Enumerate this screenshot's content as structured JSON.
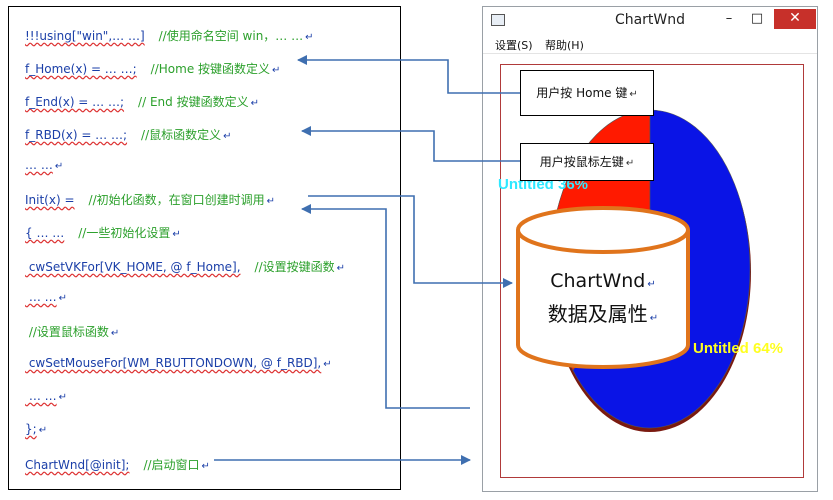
{
  "code": {
    "lines": [
      {
        "code": "!!!using[\"win\",… …]",
        "comment": "//使用命名空间 win，… …"
      },
      {
        "code": "f_Home(x) = … …;",
        "comment": "//Home 按键函数定义"
      },
      {
        "code": "f_End(x) = … …;",
        "comment": "// End 按键函数定义"
      },
      {
        "code": "f_RBD(x) = … …;",
        "comment": "//鼠标函数定义"
      },
      {
        "code": "… …",
        "comment": ""
      },
      {
        "code": "Init(x) =",
        "comment": "//初始化函数，在窗口创建时调用"
      },
      {
        "code": "{ … …",
        "comment": "//一些初始化设置"
      },
      {
        "code": " cwSetVKFor[VK_HOME, @ f_Home],",
        "comment": "//设置按键函数"
      },
      {
        "code": " … …",
        "comment": ""
      },
      {
        "code": "",
        "comment": " //设置鼠标函数"
      },
      {
        "code": " cwSetMouseFor[WM_RBUTTONDOWN, @ f_RBD],",
        "comment": ""
      },
      {
        "code": " … …",
        "comment": ""
      },
      {
        "code": "};",
        "comment": ""
      },
      {
        "code": "ChartWnd[@init];",
        "comment": "//启动窗口"
      }
    ]
  },
  "window": {
    "title": "ChartWnd",
    "minimize": "–",
    "maximize": "□",
    "close": "✕",
    "menu": [
      "设置(S)",
      "帮助(H)"
    ]
  },
  "callouts": {
    "home_key": "用户按 Home 键",
    "left_mouse": "用户按鼠标左键"
  },
  "cylinder": {
    "line1": "ChartWnd",
    "line2": "数据及属性"
  },
  "chart_data": {
    "type": "pie",
    "series": [
      {
        "name": "Untitled",
        "values": [
          36,
          64
        ]
      }
    ],
    "labels": [
      "Untitled 36%",
      "Untitled 64%"
    ],
    "slice_colors": [
      "#ff1a00",
      "#0a14e6"
    ],
    "label_colors": [
      "#2fe8ff",
      "#ffff20"
    ]
  },
  "colors": {
    "arrow": "#3f6fb0",
    "code": "#1b3fa8",
    "comment": "#2ca02c",
    "cylinder_stroke": "#e0741c"
  }
}
